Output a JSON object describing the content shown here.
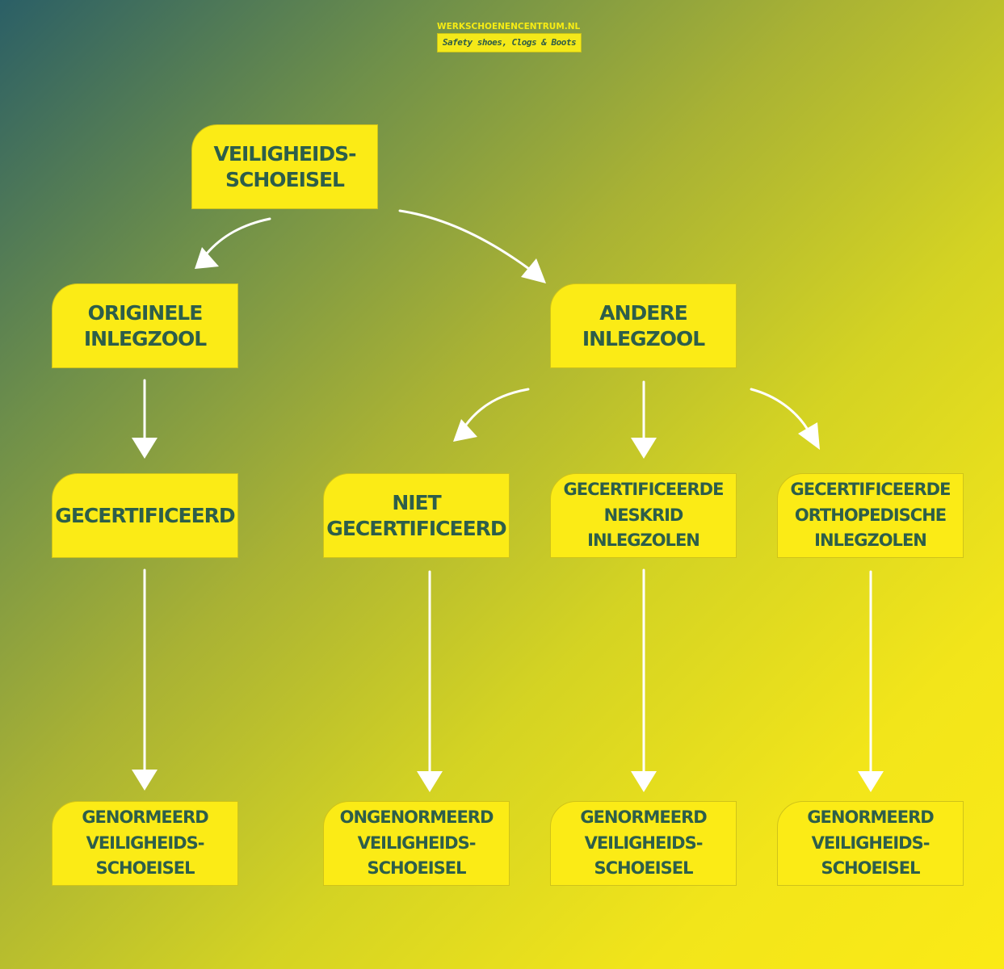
{
  "logo": {
    "site": "WERKSCHOENENCENTRUM.NL",
    "tagline": "Safety shoes, Clogs & Boots"
  },
  "nodes": {
    "root": [
      "VEILIGHEIDS-",
      "SCHOEISEL"
    ],
    "original": [
      "ORIGINELE",
      "INLEGZOOL"
    ],
    "other": [
      "ANDERE",
      "INLEGZOOL"
    ],
    "certified": [
      "GECERTIFICEERD"
    ],
    "not_certified": [
      "NIET",
      "GECERTIFICEERD"
    ],
    "neskrid": [
      "GECERTIFICEERDE",
      "NESKRID",
      "INLEGZOLEN"
    ],
    "orthopedic": [
      "GECERTIFICEERDE",
      "ORTHOPEDISCHE",
      "INLEGZOLEN"
    ],
    "result_1": [
      "GENORMEERD",
      "VEILIGHEIDS-",
      "SCHOEISEL"
    ],
    "result_2": [
      "ONGENORMEERD",
      "VEILIGHEIDS-",
      "SCHOEISEL"
    ],
    "result_3": [
      "GENORMEERD",
      "VEILIGHEIDS-",
      "SCHOEISEL"
    ],
    "result_4": [
      "GENORMEERD",
      "VEILIGHEIDS-",
      "SCHOEISEL"
    ]
  },
  "edges": [
    [
      "root",
      "original"
    ],
    [
      "root",
      "other"
    ],
    [
      "original",
      "certified"
    ],
    [
      "other",
      "not_certified"
    ],
    [
      "other",
      "neskrid"
    ],
    [
      "other",
      "orthopedic"
    ],
    [
      "certified",
      "result_1"
    ],
    [
      "not_certified",
      "result_2"
    ],
    [
      "neskrid",
      "result_3"
    ],
    [
      "orthopedic",
      "result_4"
    ]
  ],
  "colors": {
    "node_fill": "#fbeb16",
    "node_text": "#2d5e4a",
    "arrow": "#ffffff"
  }
}
